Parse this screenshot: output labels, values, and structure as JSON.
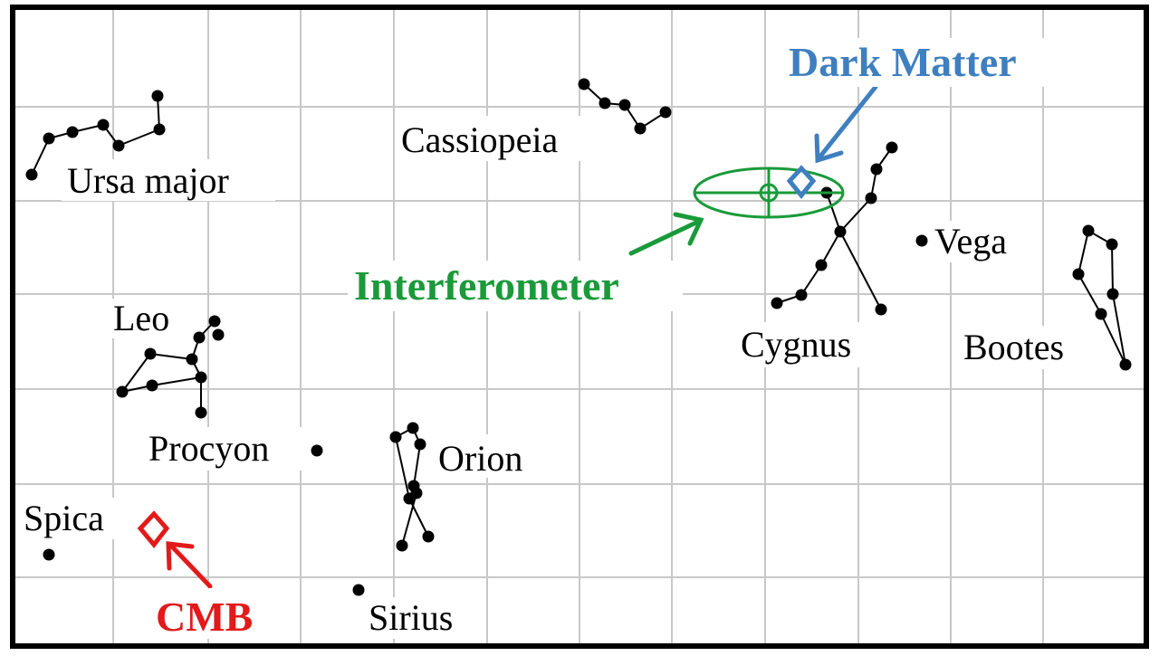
{
  "colors": {
    "grid": "#c8c8c8",
    "frame": "#000000",
    "star": "#000000",
    "dark_matter": "#3f7fbf",
    "interferometer": "#1a9a3a",
    "cmb": "#e21a1a"
  },
  "constellations": [
    {
      "name": "Ursa major"
    },
    {
      "name": "Cassiopeia"
    },
    {
      "name": "Leo"
    },
    {
      "name": "Orion"
    },
    {
      "name": "Cygnus"
    },
    {
      "name": "Bootes"
    }
  ],
  "stars": {
    "procyon": "Procyon",
    "spica": "Spica",
    "sirius": "Sirius",
    "vega": "Vega"
  },
  "callouts": {
    "dark_matter": "Dark Matter",
    "interferometer": "Interferometer",
    "cmb": "CMB"
  }
}
